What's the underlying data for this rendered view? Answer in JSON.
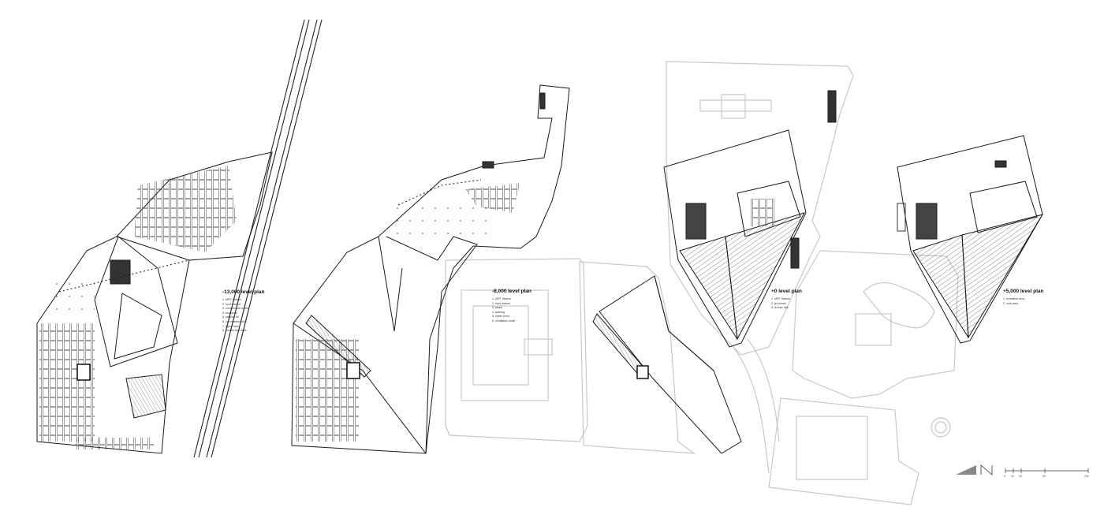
{
  "plans": [
    {
      "id": "minus13000",
      "title": "-13,000 level plan",
      "legend": [
        "1. MRT Station",
        "2. food market",
        "3. commercial center",
        "4. sculpture",
        "5. parking lot",
        "6. car entrance/exit",
        "7. figure lane",
        "8. normal flow area"
      ]
    },
    {
      "id": "minus8000",
      "title": "-8,000 level plan",
      "legend": [
        "1. MRT Station",
        "2. food market",
        "3. plaza",
        "4. parking",
        "5. water pond",
        "6. ventilation shaft"
      ]
    },
    {
      "id": "plus0",
      "title": "+0 level plan",
      "legend": [
        "1. MRT Station",
        "2. jet tunnel",
        "3. lecture hall"
      ]
    },
    {
      "id": "plus5000",
      "title": "+5,000 level plan",
      "legend": [
        "1. exhibition area",
        "2. void area"
      ]
    }
  ],
  "scale_bar": {
    "ticks": [
      "0",
      "10",
      "20",
      "50",
      "100"
    ]
  },
  "colors": {
    "line": "#1a1a1a",
    "context": "#c8c8c8",
    "fill_dark": "#3a3a3a"
  }
}
